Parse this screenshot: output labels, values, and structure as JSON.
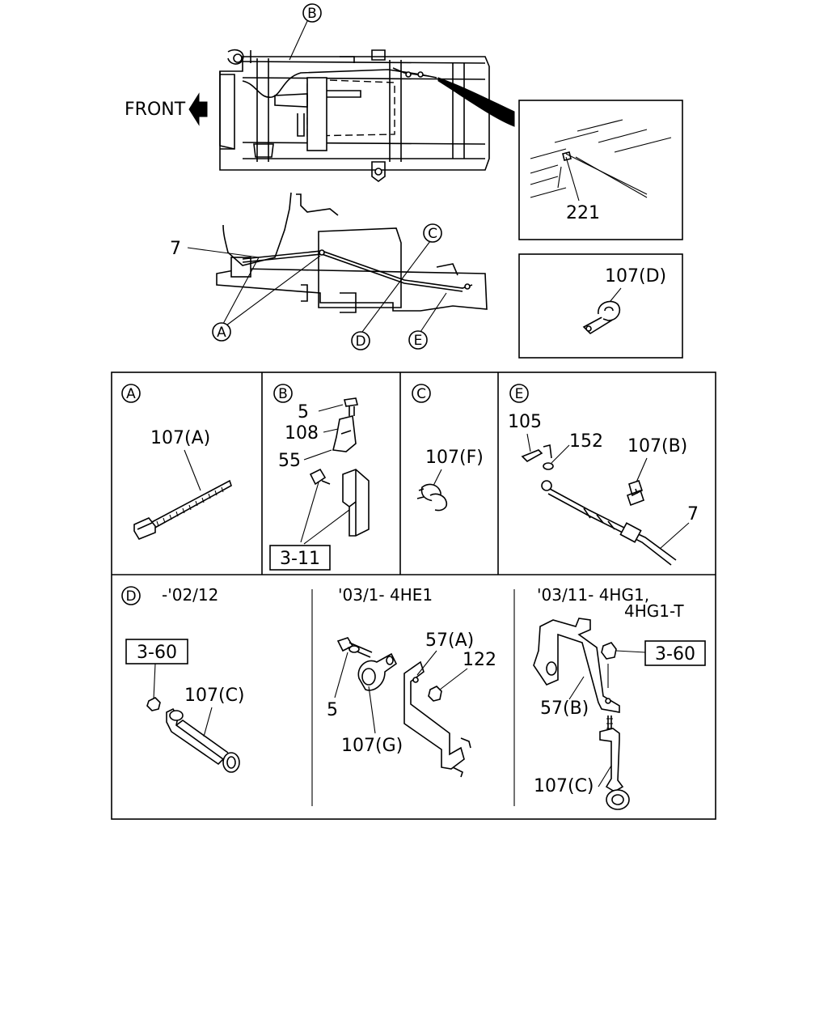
{
  "overview": {
    "front_label": "FRONT",
    "ref_b": "B",
    "ref_c": "C",
    "ref_a": "A",
    "ref_d": "D",
    "ref_e": "E",
    "part_7": "7"
  },
  "inset_221": {
    "label": "221"
  },
  "inset_107d": {
    "label": "107(D)"
  },
  "panel_a": {
    "ref": "A",
    "part": "107(A)"
  },
  "panel_b": {
    "ref": "B",
    "part_5": "5",
    "part_108": "108",
    "part_55": "55",
    "box_ref": "3-11"
  },
  "panel_c": {
    "ref": "C",
    "part": "107(F)"
  },
  "panel_e": {
    "ref": "E",
    "part_105": "105",
    "part_152": "152",
    "part_107b": "107(B)",
    "part_7": "7"
  },
  "panel_d": {
    "ref": "D",
    "variant_1": {
      "heading": "-'02/12",
      "box_ref": "3-60",
      "part": "107(C)"
    },
    "variant_2": {
      "heading": "'03/1- 4HE1",
      "part_57a": "57(A)",
      "part_122": "122",
      "part_5": "5",
      "part_107g": "107(G)"
    },
    "variant_3": {
      "heading_line1": "'03/11- 4HG1,",
      "heading_line2": "4HG1-T",
      "box_ref": "3-60",
      "part_57b": "57(B)",
      "part_107c": "107(C)"
    }
  }
}
